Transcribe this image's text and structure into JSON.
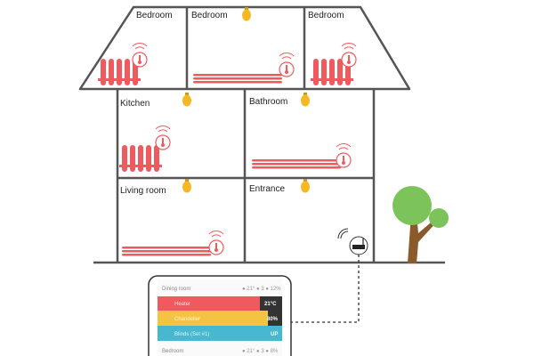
{
  "rooms": {
    "bedroom_left": "Bedroom",
    "bedroom_middle": "Bedroom",
    "bedroom_right": "Bedroom",
    "kitchen": "Kitchen",
    "bathroom": "Bathroom",
    "living_room": "Living room",
    "entrance": "Entrance"
  },
  "phone": {
    "section1": "Dining room",
    "section1_stats": "● 21°   ● 3   ● 12%",
    "rows": [
      {
        "label": "Heater",
        "value": "21°C",
        "color": "#ef5a5f"
      },
      {
        "label": "Chandelier",
        "value": "80%",
        "color": "#f5c342"
      },
      {
        "label": "Blinds (Set #1)",
        "value": "UP",
        "color": "#46b8cf"
      }
    ],
    "section2": "Bedroom",
    "section2_stats": "● 21°   ● 3   ● 8%"
  },
  "colors": {
    "radiator": "#ef5a5f",
    "bulb": "#f5b821",
    "wall": "#555555",
    "tree": "#7cc35a",
    "trunk": "#8a5a2b"
  }
}
